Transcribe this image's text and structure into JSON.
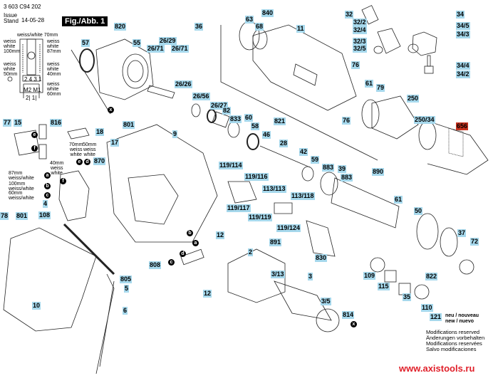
{
  "header": {
    "part_number": "3 603 C94 202",
    "issue_label_1": "Issue",
    "issue_label_2": "Stand",
    "issue_date": "14-05-28",
    "figure": "Fig./Abb. 1"
  },
  "wiring": {
    "top": "weiss/white 70mm",
    "left_1": [
      "weiss",
      "white",
      "100mm"
    ],
    "right_1": [
      "weiss",
      "white",
      "87mm"
    ],
    "left_2": [
      "weiss",
      "white",
      "50mm"
    ],
    "right_2": [
      "weiss",
      "white",
      "40mm"
    ],
    "right_3": [
      "weiss",
      "white",
      "60mm"
    ],
    "terminals": "2 4 3 1",
    "motors": "M2  M1",
    "bottom": "2| 1|"
  },
  "switch_notes": {
    "c_70": [
      "70mm",
      "weiss",
      "white"
    ],
    "d_50": [
      "50mm",
      "weiss",
      "white"
    ],
    "f_40": [
      "40mm",
      "weiss",
      "white"
    ],
    "a_87": [
      "87mm",
      "weiss/white"
    ],
    "b_100": [
      "100mm",
      "weiss/white"
    ],
    "c_60": [
      "60mm",
      "weiss/white"
    ]
  },
  "markers": [
    "a",
    "b",
    "c",
    "d",
    "e",
    "f",
    "x"
  ],
  "labels": [
    "820",
    "57",
    "55",
    "26/29",
    "26/71",
    "26/71",
    "36",
    "63",
    "840",
    "68",
    "11",
    "32",
    "32/2",
    "32/4",
    "32/3",
    "32/5",
    "34",
    "34/5",
    "34/3",
    "34/4",
    "34/2",
    "76",
    "61",
    "79",
    "250",
    "76",
    "250/34",
    "656",
    "26/26",
    "26/56",
    "26/27",
    "82",
    "833",
    "60",
    "58",
    "46",
    "821",
    "28",
    "42",
    "59",
    "883",
    "39",
    "883",
    "890",
    "801",
    "9",
    "17",
    "77",
    "15",
    "816",
    "18",
    "870",
    "4",
    "108",
    "78",
    "801",
    "119/114",
    "119/116",
    "113/113",
    "113/118",
    "119/117",
    "119/119",
    "119/124",
    "891",
    "61",
    "50",
    "37",
    "72",
    "12",
    "12",
    "2",
    "830",
    "3/13",
    "3",
    "3/5",
    "814",
    "109",
    "115",
    "822",
    "35",
    "110",
    "121",
    "808",
    "805",
    "5",
    "10",
    "6"
  ],
  "highlight_color": "#a6d8ec",
  "replaced_part_color": "#c8321e",
  "new_note": [
    "neu / nouveau",
    "new / nuevo"
  ],
  "footer": [
    "Modifications reserved",
    "Änderungen vorbehalten",
    "Modifications reservées",
    "Salvo modificaciones"
  ],
  "website": "www.axistools.ru"
}
